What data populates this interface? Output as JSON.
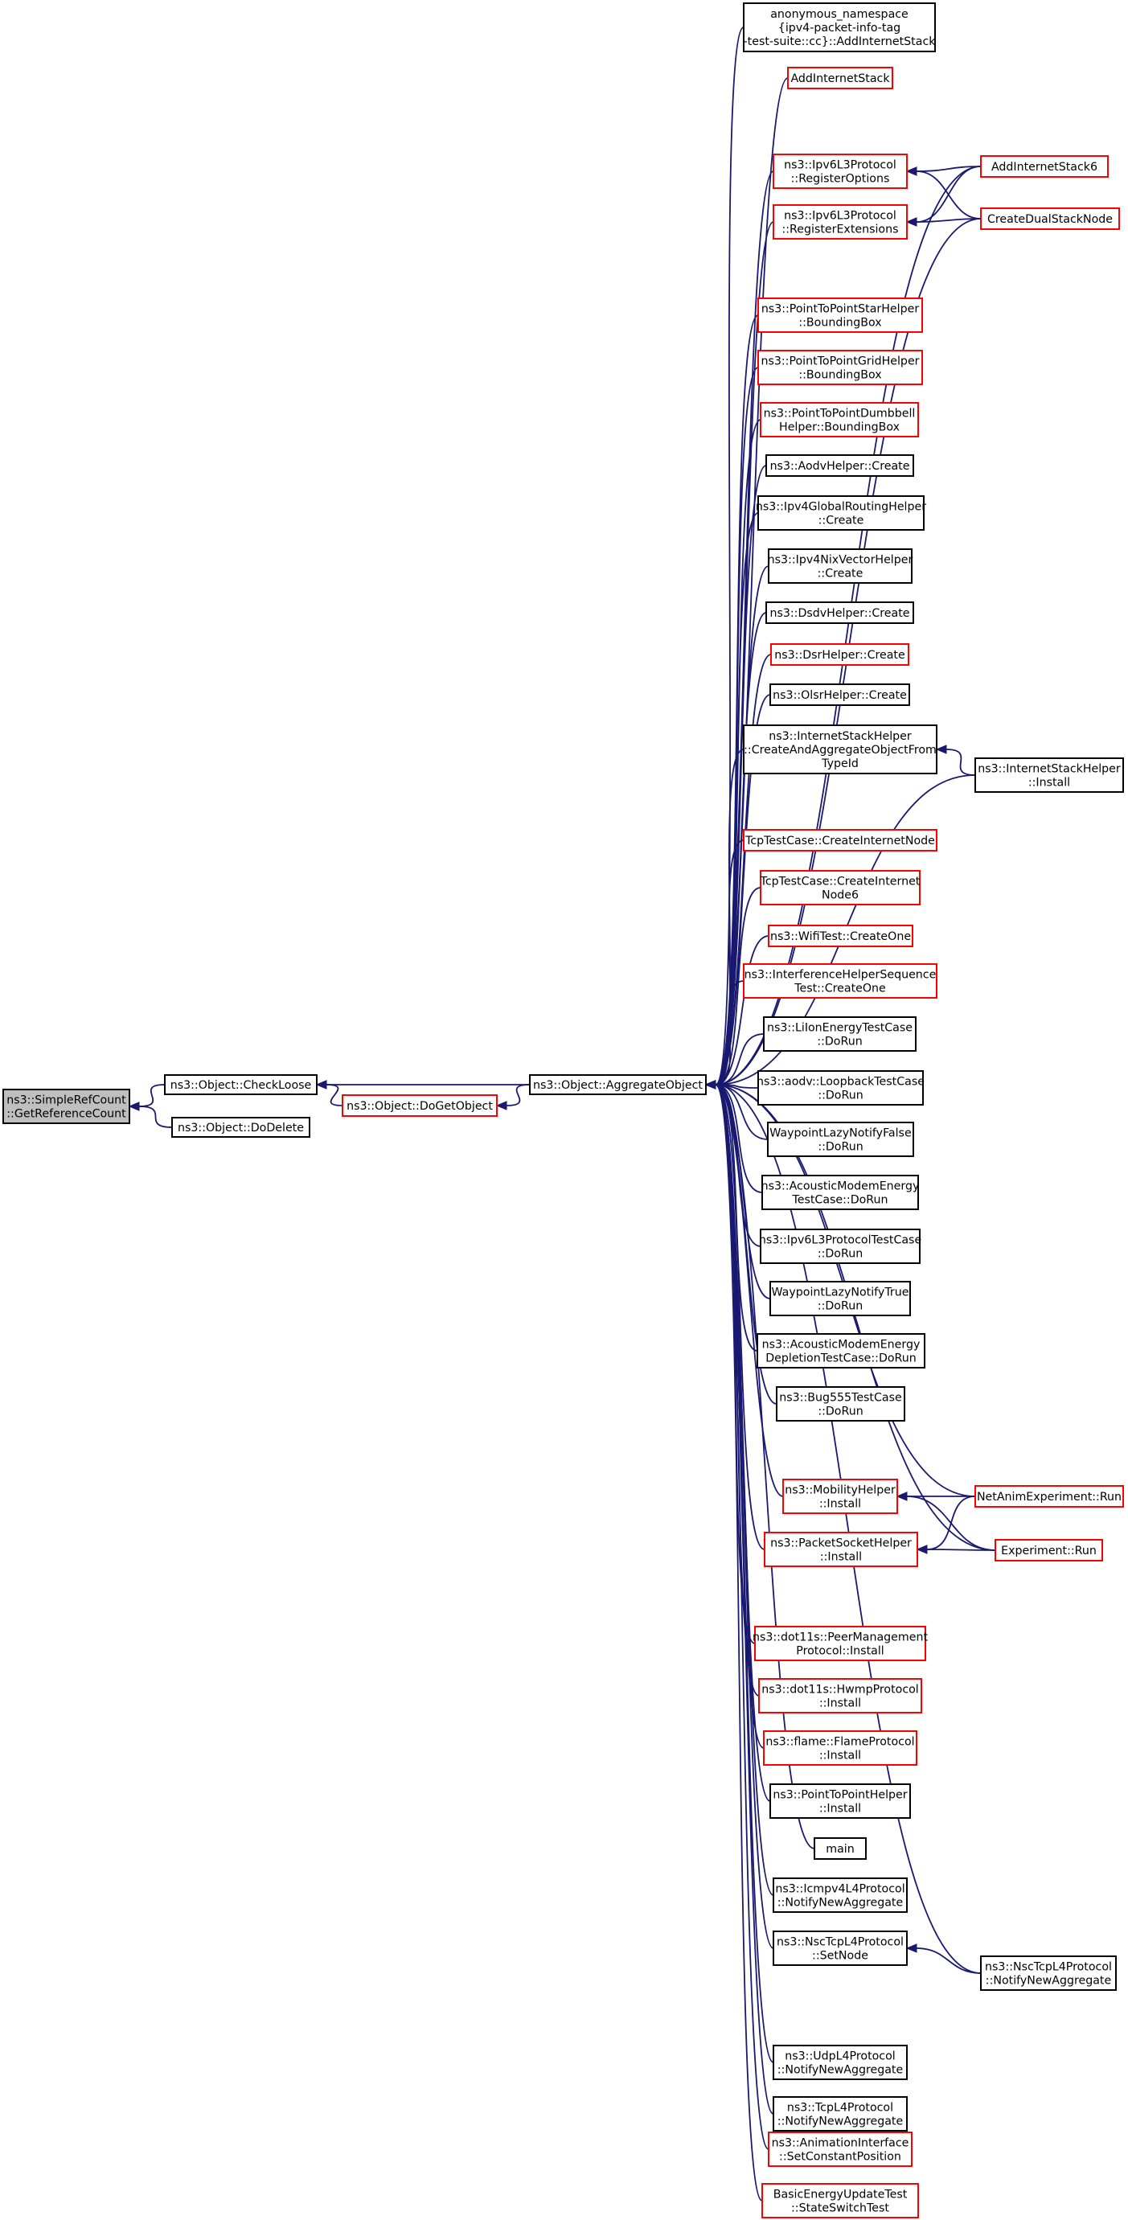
{
  "colors": {
    "edge": "#191970",
    "root_fill": "#bfbfbf",
    "border_normal": "#000000",
    "border_truncated": "#ff0000",
    "background": "#ffffff"
  },
  "nodes": [
    {
      "id": "root",
      "lines": [
        "ns3::SimpleRefCount",
        "::GetReferenceCount"
      ],
      "kind": "root"
    },
    {
      "id": "checkloose",
      "lines": [
        "ns3::Object::CheckLoose"
      ],
      "kind": "normal"
    },
    {
      "id": "dodelete",
      "lines": [
        "ns3::Object::DoDelete"
      ],
      "kind": "normal"
    },
    {
      "id": "dogetobject",
      "lines": [
        "ns3::Object::DoGetObject"
      ],
      "kind": "truncated"
    },
    {
      "id": "aggregate",
      "lines": [
        "ns3::Object::AggregateObject"
      ],
      "kind": "normal"
    },
    {
      "id": "anon_add",
      "lines": [
        "anonymous_namespace",
        "{ipv4-packet-info-tag",
        "-test-suite::cc}::AddInternetStack"
      ],
      "kind": "normal"
    },
    {
      "id": "addinternetstack",
      "lines": [
        "AddInternetStack"
      ],
      "kind": "truncated"
    },
    {
      "id": "regoptions",
      "lines": [
        "ns3::Ipv6L3Protocol",
        "::RegisterOptions"
      ],
      "kind": "truncated"
    },
    {
      "id": "regext",
      "lines": [
        "ns3::Ipv6L3Protocol",
        "::RegisterExtensions"
      ],
      "kind": "truncated"
    },
    {
      "id": "addinternetstack6",
      "lines": [
        "AddInternetStack6"
      ],
      "kind": "truncated"
    },
    {
      "id": "createdualstack",
      "lines": [
        "CreateDualStackNode"
      ],
      "kind": "truncated"
    },
    {
      "id": "p2pstar",
      "lines": [
        "ns3::PointToPointStarHelper",
        "::BoundingBox"
      ],
      "kind": "truncated"
    },
    {
      "id": "p2pgrid",
      "lines": [
        "ns3::PointToPointGridHelper",
        "::BoundingBox"
      ],
      "kind": "truncated"
    },
    {
      "id": "p2pdumbbell",
      "lines": [
        "ns3::PointToPointDumbbell",
        "Helper::BoundingBox"
      ],
      "kind": "truncated"
    },
    {
      "id": "aodvcreate",
      "lines": [
        "ns3::AodvHelper::Create"
      ],
      "kind": "normal"
    },
    {
      "id": "ipv4global",
      "lines": [
        "ns3::Ipv4GlobalRoutingHelper",
        "::Create"
      ],
      "kind": "normal"
    },
    {
      "id": "ipv4nix",
      "lines": [
        "ns3::Ipv4NixVectorHelper",
        "::Create"
      ],
      "kind": "normal"
    },
    {
      "id": "dsdv",
      "lines": [
        "ns3::DsdvHelper::Create"
      ],
      "kind": "normal"
    },
    {
      "id": "dsr",
      "lines": [
        "ns3::DsrHelper::Create"
      ],
      "kind": "truncated"
    },
    {
      "id": "olsr",
      "lines": [
        "ns3::OlsrHelper::Create"
      ],
      "kind": "normal"
    },
    {
      "id": "createaggregate",
      "lines": [
        "ns3::InternetStackHelper",
        "::CreateAndAggregateObjectFrom",
        "TypeId"
      ],
      "kind": "normal"
    },
    {
      "id": "ishinstall",
      "lines": [
        "ns3::InternetStackHelper",
        "::Install"
      ],
      "kind": "normal"
    },
    {
      "id": "tcpcreatenode",
      "lines": [
        "TcpTestCase::CreateInternetNode"
      ],
      "kind": "truncated"
    },
    {
      "id": "tcpcreatenode6",
      "lines": [
        "TcpTestCase::CreateInternet",
        "Node6"
      ],
      "kind": "truncated"
    },
    {
      "id": "wifitest",
      "lines": [
        "ns3::WifiTest::CreateOne"
      ],
      "kind": "truncated"
    },
    {
      "id": "interference",
      "lines": [
        "ns3::InterferenceHelperSequence",
        "Test::CreateOne"
      ],
      "kind": "truncated"
    },
    {
      "id": "liion",
      "lines": [
        "ns3::LiIonEnergyTestCase",
        "::DoRun"
      ],
      "kind": "normal"
    },
    {
      "id": "aodvloop",
      "lines": [
        "ns3::aodv::LoopbackTestCase",
        "::DoRun"
      ],
      "kind": "normal"
    },
    {
      "id": "waypointfalse",
      "lines": [
        "WaypointLazyNotifyFalse",
        "::DoRun"
      ],
      "kind": "normal"
    },
    {
      "id": "acoustic",
      "lines": [
        "ns3::AcousticModemEnergy",
        "TestCase::DoRun"
      ],
      "kind": "normal"
    },
    {
      "id": "ipv6l3test",
      "lines": [
        "ns3::Ipv6L3ProtocolTestCase",
        "::DoRun"
      ],
      "kind": "normal"
    },
    {
      "id": "waypointtrue",
      "lines": [
        "WaypointLazyNotifyTrue",
        "::DoRun"
      ],
      "kind": "normal"
    },
    {
      "id": "acousticdep",
      "lines": [
        "ns3::AcousticModemEnergy",
        "DepletionTestCase::DoRun"
      ],
      "kind": "normal"
    },
    {
      "id": "bug555",
      "lines": [
        "ns3::Bug555TestCase",
        "::DoRun"
      ],
      "kind": "normal"
    },
    {
      "id": "mobility",
      "lines": [
        "ns3::MobilityHelper",
        "::Install"
      ],
      "kind": "truncated"
    },
    {
      "id": "netanim",
      "lines": [
        "NetAnimExperiment::Run"
      ],
      "kind": "truncated"
    },
    {
      "id": "packetsocket",
      "lines": [
        "ns3::PacketSocketHelper",
        "::Install"
      ],
      "kind": "truncated"
    },
    {
      "id": "experiment",
      "lines": [
        "Experiment::Run"
      ],
      "kind": "truncated"
    },
    {
      "id": "peermgmt",
      "lines": [
        "ns3::dot11s::PeerManagement",
        "Protocol::Install"
      ],
      "kind": "truncated"
    },
    {
      "id": "hwmp",
      "lines": [
        "ns3::dot11s::HwmpProtocol",
        "::Install"
      ],
      "kind": "truncated"
    },
    {
      "id": "flame",
      "lines": [
        "ns3::flame::FlameProtocol",
        "::Install"
      ],
      "kind": "truncated"
    },
    {
      "id": "p2pinstall",
      "lines": [
        "ns3::PointToPointHelper",
        "::Install"
      ],
      "kind": "normal"
    },
    {
      "id": "main",
      "lines": [
        "main"
      ],
      "kind": "normal"
    },
    {
      "id": "icmpv4",
      "lines": [
        "ns3::Icmpv4L4Protocol",
        "::NotifyNewAggregate"
      ],
      "kind": "normal"
    },
    {
      "id": "nscsetnode",
      "lines": [
        "ns3::NscTcpL4Protocol",
        "::SetNode"
      ],
      "kind": "normal"
    },
    {
      "id": "nscnotify",
      "lines": [
        "ns3::NscTcpL4Protocol",
        "::NotifyNewAggregate"
      ],
      "kind": "normal"
    },
    {
      "id": "udpl4",
      "lines": [
        "ns3::UdpL4Protocol",
        "::NotifyNewAggregate"
      ],
      "kind": "normal"
    },
    {
      "id": "tcpl4",
      "lines": [
        "ns3::TcpL4Protocol",
        "::NotifyNewAggregate"
      ],
      "kind": "normal"
    },
    {
      "id": "animiface",
      "lines": [
        "ns3::AnimationInterface",
        "::SetConstantPosition"
      ],
      "kind": "truncated"
    },
    {
      "id": "basicenergy",
      "lines": [
        "BasicEnergyUpdateTest",
        "::StateSwitchTest"
      ],
      "kind": "truncated"
    }
  ],
  "edges": [
    [
      "checkloose",
      "root"
    ],
    [
      "dodelete",
      "root"
    ],
    [
      "aggregate",
      "checkloose"
    ],
    [
      "dogetobject",
      "checkloose"
    ],
    [
      "aggregate",
      "dogetobject"
    ],
    [
      "anon_add",
      "aggregate"
    ],
    [
      "addinternetstack",
      "aggregate"
    ],
    [
      "regoptions",
      "aggregate"
    ],
    [
      "regext",
      "aggregate"
    ],
    [
      "addinternetstack6",
      "aggregate"
    ],
    [
      "createdualstack",
      "aggregate"
    ],
    [
      "addinternetstack6",
      "regoptions"
    ],
    [
      "createdualstack",
      "regoptions"
    ],
    [
      "addinternetstack6",
      "regext"
    ],
    [
      "createdualstack",
      "regext"
    ],
    [
      "p2pstar",
      "aggregate"
    ],
    [
      "p2pgrid",
      "aggregate"
    ],
    [
      "p2pdumbbell",
      "aggregate"
    ],
    [
      "aodvcreate",
      "aggregate"
    ],
    [
      "ipv4global",
      "aggregate"
    ],
    [
      "ipv4nix",
      "aggregate"
    ],
    [
      "dsdv",
      "aggregate"
    ],
    [
      "dsr",
      "aggregate"
    ],
    [
      "olsr",
      "aggregate"
    ],
    [
      "createaggregate",
      "aggregate"
    ],
    [
      "ishinstall",
      "aggregate"
    ],
    [
      "ishinstall",
      "createaggregate"
    ],
    [
      "tcpcreatenode",
      "aggregate"
    ],
    [
      "tcpcreatenode6",
      "aggregate"
    ],
    [
      "wifitest",
      "aggregate"
    ],
    [
      "interference",
      "aggregate"
    ],
    [
      "liion",
      "aggregate"
    ],
    [
      "aodvloop",
      "aggregate"
    ],
    [
      "waypointfalse",
      "aggregate"
    ],
    [
      "acoustic",
      "aggregate"
    ],
    [
      "ipv6l3test",
      "aggregate"
    ],
    [
      "waypointtrue",
      "aggregate"
    ],
    [
      "acousticdep",
      "aggregate"
    ],
    [
      "bug555",
      "aggregate"
    ],
    [
      "mobility",
      "aggregate"
    ],
    [
      "netanim",
      "aggregate"
    ],
    [
      "packetsocket",
      "aggregate"
    ],
    [
      "experiment",
      "aggregate"
    ],
    [
      "netanim",
      "mobility"
    ],
    [
      "experiment",
      "mobility"
    ],
    [
      "netanim",
      "packetsocket"
    ],
    [
      "experiment",
      "packetsocket"
    ],
    [
      "peermgmt",
      "aggregate"
    ],
    [
      "hwmp",
      "aggregate"
    ],
    [
      "flame",
      "aggregate"
    ],
    [
      "p2pinstall",
      "aggregate"
    ],
    [
      "main",
      "aggregate"
    ],
    [
      "icmpv4",
      "aggregate"
    ],
    [
      "nscsetnode",
      "aggregate"
    ],
    [
      "nscnotify",
      "aggregate"
    ],
    [
      "nscnotify",
      "nscsetnode"
    ],
    [
      "udpl4",
      "aggregate"
    ],
    [
      "tcpl4",
      "aggregate"
    ],
    [
      "animiface",
      "aggregate"
    ],
    [
      "basicenergy",
      "aggregate"
    ]
  ]
}
